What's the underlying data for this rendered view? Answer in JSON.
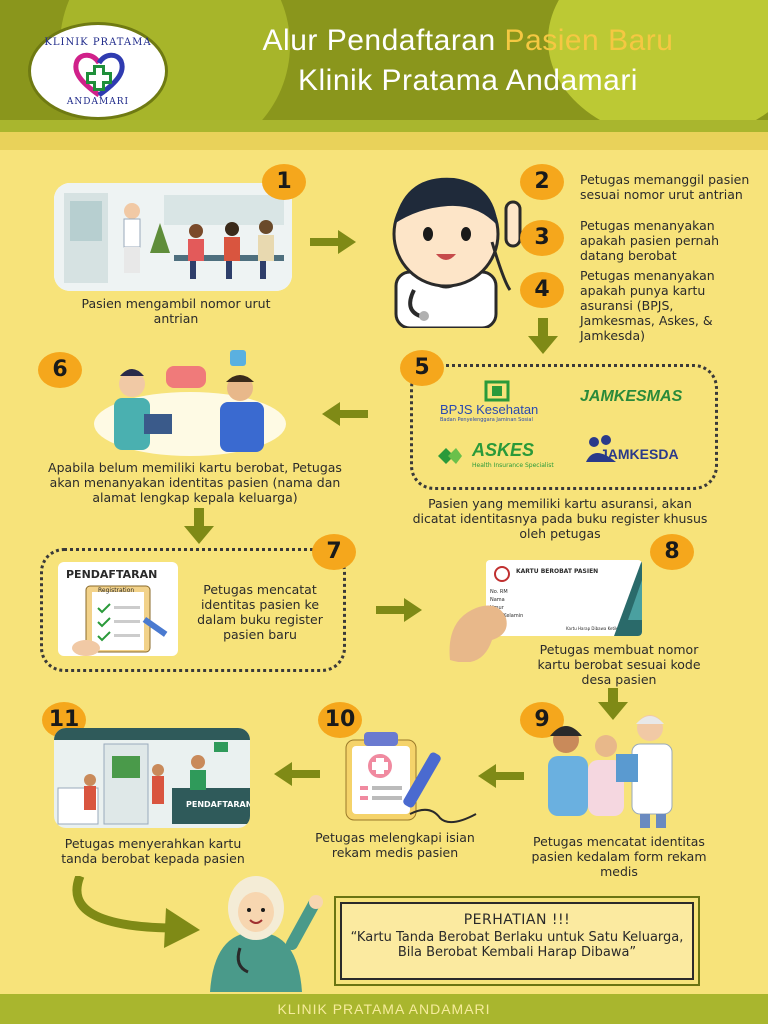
{
  "header": {
    "title_part1": "Alur Pendaftaran ",
    "title_highlight": "Pasien Baru",
    "title_line2": "Klinik Pratama Andamari",
    "logo_top": "KLINIK PRATAMA",
    "logo_bottom": "ANDAMARI"
  },
  "steps": [
    {
      "num": "1",
      "text": "Pasien mengambil nomor urut antrian"
    },
    {
      "num": "2",
      "text": "Petugas memanggil pasien sesuai nomor urut antrian"
    },
    {
      "num": "3",
      "text": "Petugas menanyakan apakah pasien pernah datang berobat"
    },
    {
      "num": "4",
      "text": "Petugas menanyakan apakah  punya kartu asuransi (BPJS, Jamkesmas, Askes, & Jamkesda)"
    },
    {
      "num": "5",
      "text": "Pasien yang memiliki kartu asuransi, akan dicatat identitasnya pada buku register khusus oleh petugas"
    },
    {
      "num": "6",
      "text": "Apabila belum memiliki kartu berobat, Petugas akan menanyakan identitas pasien (nama dan alamat lengkap kepala keluarga)"
    },
    {
      "num": "7",
      "text": "Petugas mencatat identitas pasien ke dalam buku register pasien baru"
    },
    {
      "num": "8",
      "text": "Petugas membuat nomor kartu berobat sesuai kode desa pasien"
    },
    {
      "num": "9",
      "text": "Petugas mencatat identitas pasien kedalam form rekam medis"
    },
    {
      "num": "10",
      "text": "Petugas melengkapi isian rekam medis pasien"
    },
    {
      "num": "11",
      "text": "Petugas menyerahkan kartu tanda berobat kepada pasien"
    }
  ],
  "insurance": {
    "bpjs": "BPJS Kesehatan",
    "bpjs_sub": "Badan Penyelenggara Jaminan Sosial",
    "jamkesmas": "JAMKESMAS",
    "askes": "ASKES",
    "askes_sub": "Health Insurance Specialist",
    "jamkesda": "JAMKESDA"
  },
  "illustrations": {
    "registration_board": "PENDAFTARAN",
    "registration_form": "Registration",
    "card_title": "KARTU BEROBAT PASIEN",
    "card_rows": [
      "No. RM",
      "Nama",
      "Umur",
      "Jenis Kelamin"
    ],
    "card_footer": "Kartu Harap Dibawa Ketika Berobat",
    "desk_sign": "PENDAFTARAN"
  },
  "notice": {
    "title": "PERHATIAN !!!",
    "body": "“Kartu Tanda Berobat Berlaku untuk Satu Keluarga, Bila Berobat Kembali Harap Dibawa”"
  },
  "footer": "KLINIK PRATAMA ANDAMARI",
  "colors": {
    "background": "#f7e37a",
    "header": "#8a961c",
    "accent_number": "#f5a71c",
    "arrow": "#7f8a16"
  }
}
